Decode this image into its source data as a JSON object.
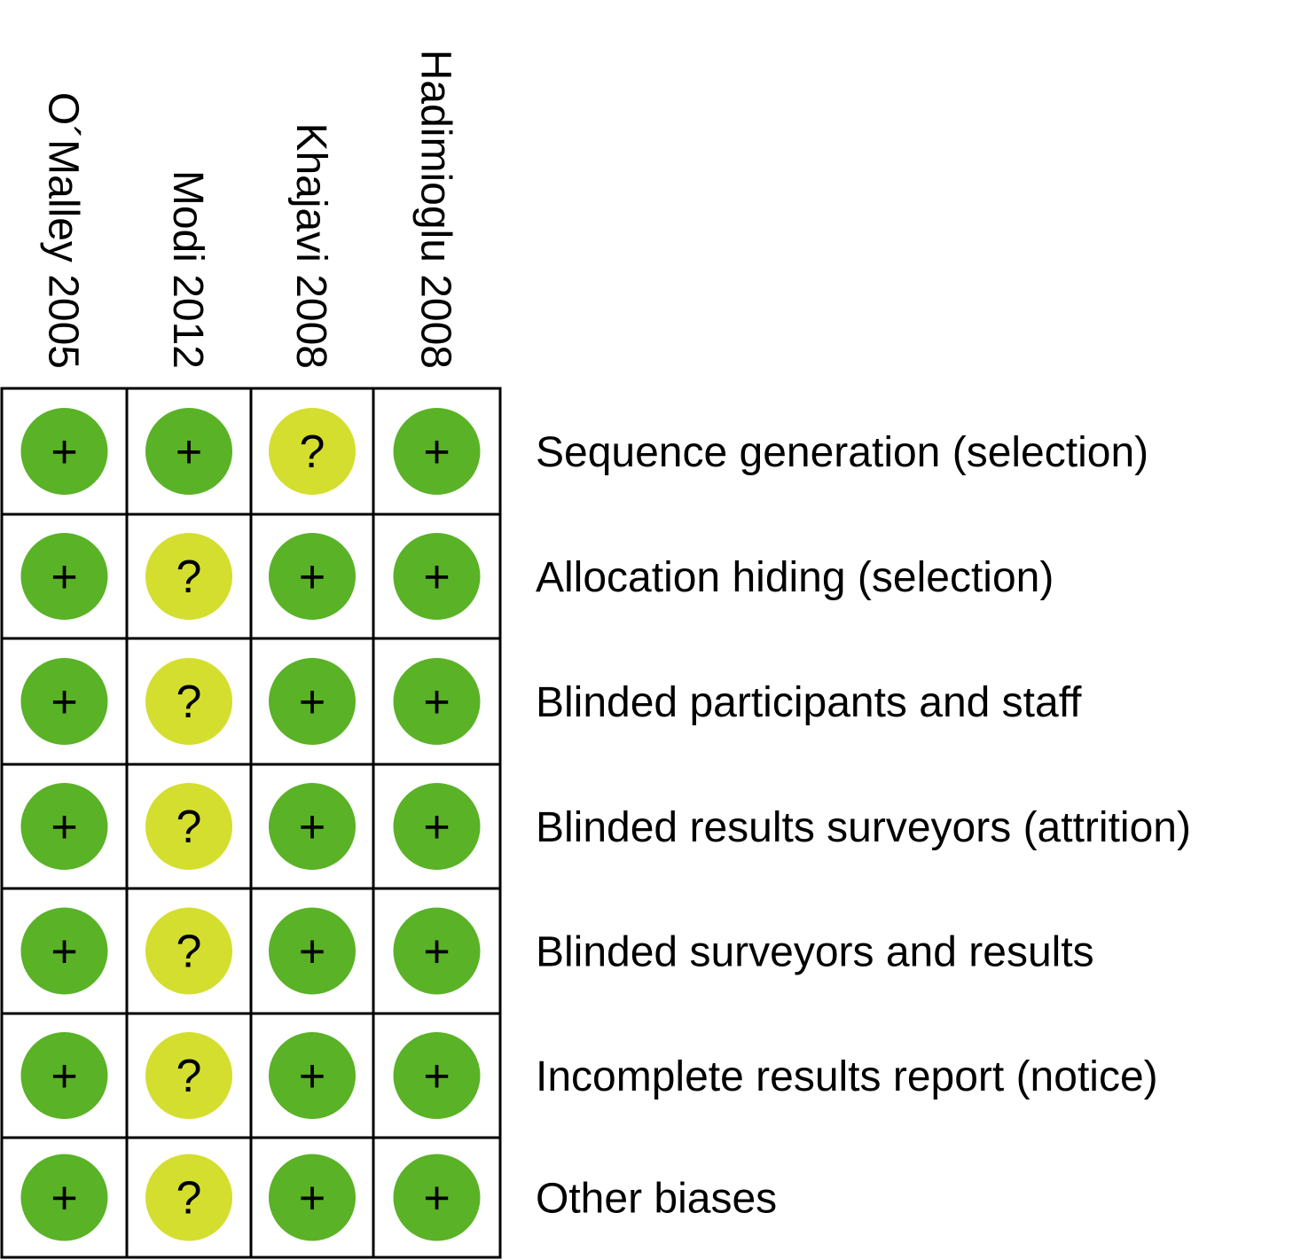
{
  "chart_data": {
    "type": "table",
    "studies": [
      "O´Malley 2005",
      "Modi 2012",
      "Khajavi 2008",
      "Hadimioglu 2008"
    ],
    "domains": [
      "Sequence generation (selection)",
      "Allocation hiding (selection)",
      "Blinded participants and staff",
      "Blinded results surveyors (attrition)",
      "Blinded surveyors and results",
      "Incomplete results report (notice)",
      "Other biases"
    ],
    "judgements": [
      [
        "+",
        "+",
        "?",
        "+"
      ],
      [
        "+",
        "?",
        "+",
        "+"
      ],
      [
        "+",
        "?",
        "+",
        "+"
      ],
      [
        "+",
        "?",
        "+",
        "+"
      ],
      [
        "+",
        "?",
        "+",
        "+"
      ],
      [
        "+",
        "?",
        "+",
        "+"
      ],
      [
        "+",
        "?",
        "+",
        "+"
      ]
    ],
    "colors": {
      "low_risk": "#5ab227",
      "unclear_risk": "#d4de2f"
    }
  }
}
